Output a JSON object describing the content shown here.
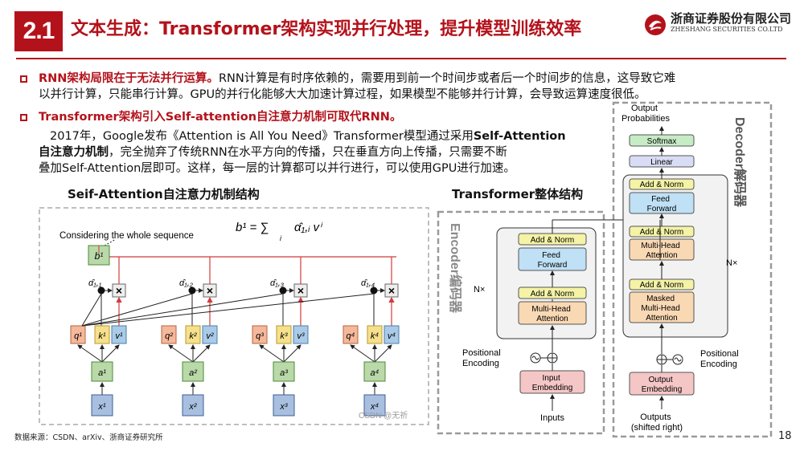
{
  "header": {
    "section_number": "2.1",
    "title": "文本生成：Transformer架构实现并行处理，提升模型训练效率",
    "company_cn": "浙商证券股份有限公司",
    "company_en": "ZHESHANG SECURITIES CO.LTD",
    "accent_color": "#b4121b"
  },
  "bullets": [
    {
      "heading": "RNN架构局限在于无法并行运算。",
      "line1": "RNN计算是有时序依赖的，需要用到前一个时间步或者后一个时间步的信息，这导致它难",
      "line2": "以并行计算，只能串行计算。GPU的并行化能够大大加速计算过程，如果模型不能够并行计算，会导致运算速度很低。"
    },
    {
      "heading": "Transformer架构引入Self-attention自注意力机制可取代RNN。",
      "l1_a": "2017年，Google发布《Attention is All You Need》Transformer模型通过采用",
      "l1_b": "Self-Attention",
      "l2_a": "自注意力机制",
      "l2_b": "，完全抛弃了传统RNN在水平方向的传播，只在垂直方向上传播，只需要不断",
      "l3": "叠加Self-Attention层即可。这样，每一层的计算都可以并行进行，可以使用GPU进行加速。"
    }
  ],
  "left_figure": {
    "caption": "Seif-Attention自注意力机制结构",
    "formula_lhs": "b¹ = ∑",
    "formula_sub": "i",
    "formula_rhs": "α̂₁,ᵢ vⁱ",
    "note": "Considering the whole sequence",
    "b_label": "b¹",
    "alphas": [
      "α̂₁,₁",
      "α̂₁,₂",
      "α̂₁,₃",
      "α̂₁,₄"
    ],
    "q": [
      "q¹",
      "q²",
      "q³",
      "q⁴"
    ],
    "k": [
      "k¹",
      "k²",
      "k³",
      "k⁴"
    ],
    "v": [
      "v¹",
      "v²",
      "v³",
      "v⁴"
    ],
    "a": [
      "a¹",
      "a²",
      "a³",
      "a⁴"
    ],
    "x": [
      "x¹",
      "x²",
      "x³",
      "x⁴"
    ],
    "multiply": "×",
    "watermark": "CSDN @无祈"
  },
  "right_figure": {
    "caption": "Transformer整体结构",
    "encoder_label": "Encoder编码器",
    "decoder_label": "Decoder解码器",
    "output_probabilities": "Output\nProbabilities",
    "softmax": "Softmax",
    "linear": "Linear",
    "add_norm": "Add & Norm",
    "feed_forward": "Feed\nForward",
    "multi_head": "Multi-Head\nAttention",
    "masked_multi_head": "Masked\nMulti-Head\nAttention",
    "nx": "N×",
    "positional_encoding": "Positional\nEncoding",
    "input_embedding": "Input\nEmbedding",
    "output_embedding": "Output\nEmbedding",
    "inputs": "Inputs",
    "outputs": "Outputs\n(shifted right)"
  },
  "footer": {
    "source": "数据来源：CSDN、arXiv、浙商证券研究所",
    "page": "18"
  }
}
